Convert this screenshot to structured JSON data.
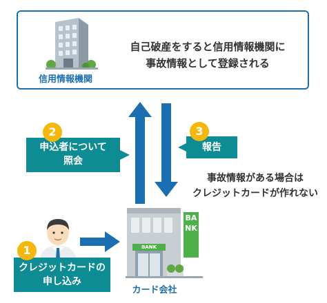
{
  "credit_bureau": {
    "label": "信用情報機関",
    "message_line1": "自己破産をすると信用情報機関に",
    "message_line2": "事故情報として登録される"
  },
  "steps": [
    {
      "number": "1",
      "line1": "クレジットカードの",
      "line2": "申し込み"
    },
    {
      "number": "2",
      "line1": "申込者について",
      "line2": "照会"
    },
    {
      "number": "3",
      "line1": "報告"
    }
  ],
  "note": {
    "line1": "事故情報がある場合は",
    "line2": "クレジットカードが作れない"
  },
  "card_company": {
    "label": "カード会社",
    "sign_vertical": "BANK",
    "sign_door": "BANK"
  },
  "colors": {
    "primary_blue": "#1b6fb0",
    "teal": "#0d8c93",
    "badge_yellow": "#f5b70a",
    "building_gray": "#c9ced3",
    "sign_green": "#4db04a"
  },
  "icons": [
    "office-building-icon",
    "person-icon",
    "bank-building-icon",
    "arrow-up-icon",
    "arrow-down-icon",
    "arrow-right-icon"
  ]
}
